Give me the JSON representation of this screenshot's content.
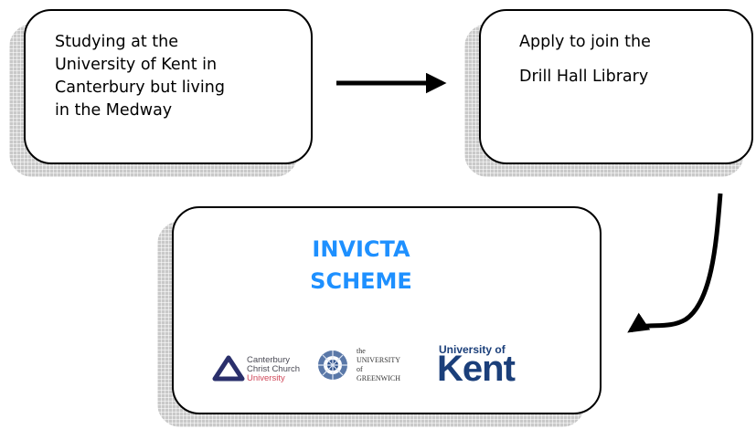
{
  "boxes": {
    "box1": {
      "lines": [
        "Studying at the",
        "University of Kent in",
        "Canterbury but living",
        "in the Medway"
      ]
    },
    "box2": {
      "lines": [
        "Apply to join the",
        "Drill Hall Library"
      ]
    },
    "box3": {
      "title_lines": [
        "INVICTA",
        "SCHEME"
      ]
    }
  },
  "logos": {
    "canterbury": {
      "lines": [
        "Canterbury",
        "Christ Church",
        "University"
      ]
    },
    "greenwich": {
      "lines": [
        "the",
        "UNIVERSITY",
        "of",
        "GREENWICH"
      ]
    },
    "kent": {
      "small": "University of",
      "big": "Kent"
    }
  },
  "colors": {
    "title": "#1e90ff",
    "kent": "#1b3f7a",
    "canterbury_accent": "#d0485a"
  }
}
